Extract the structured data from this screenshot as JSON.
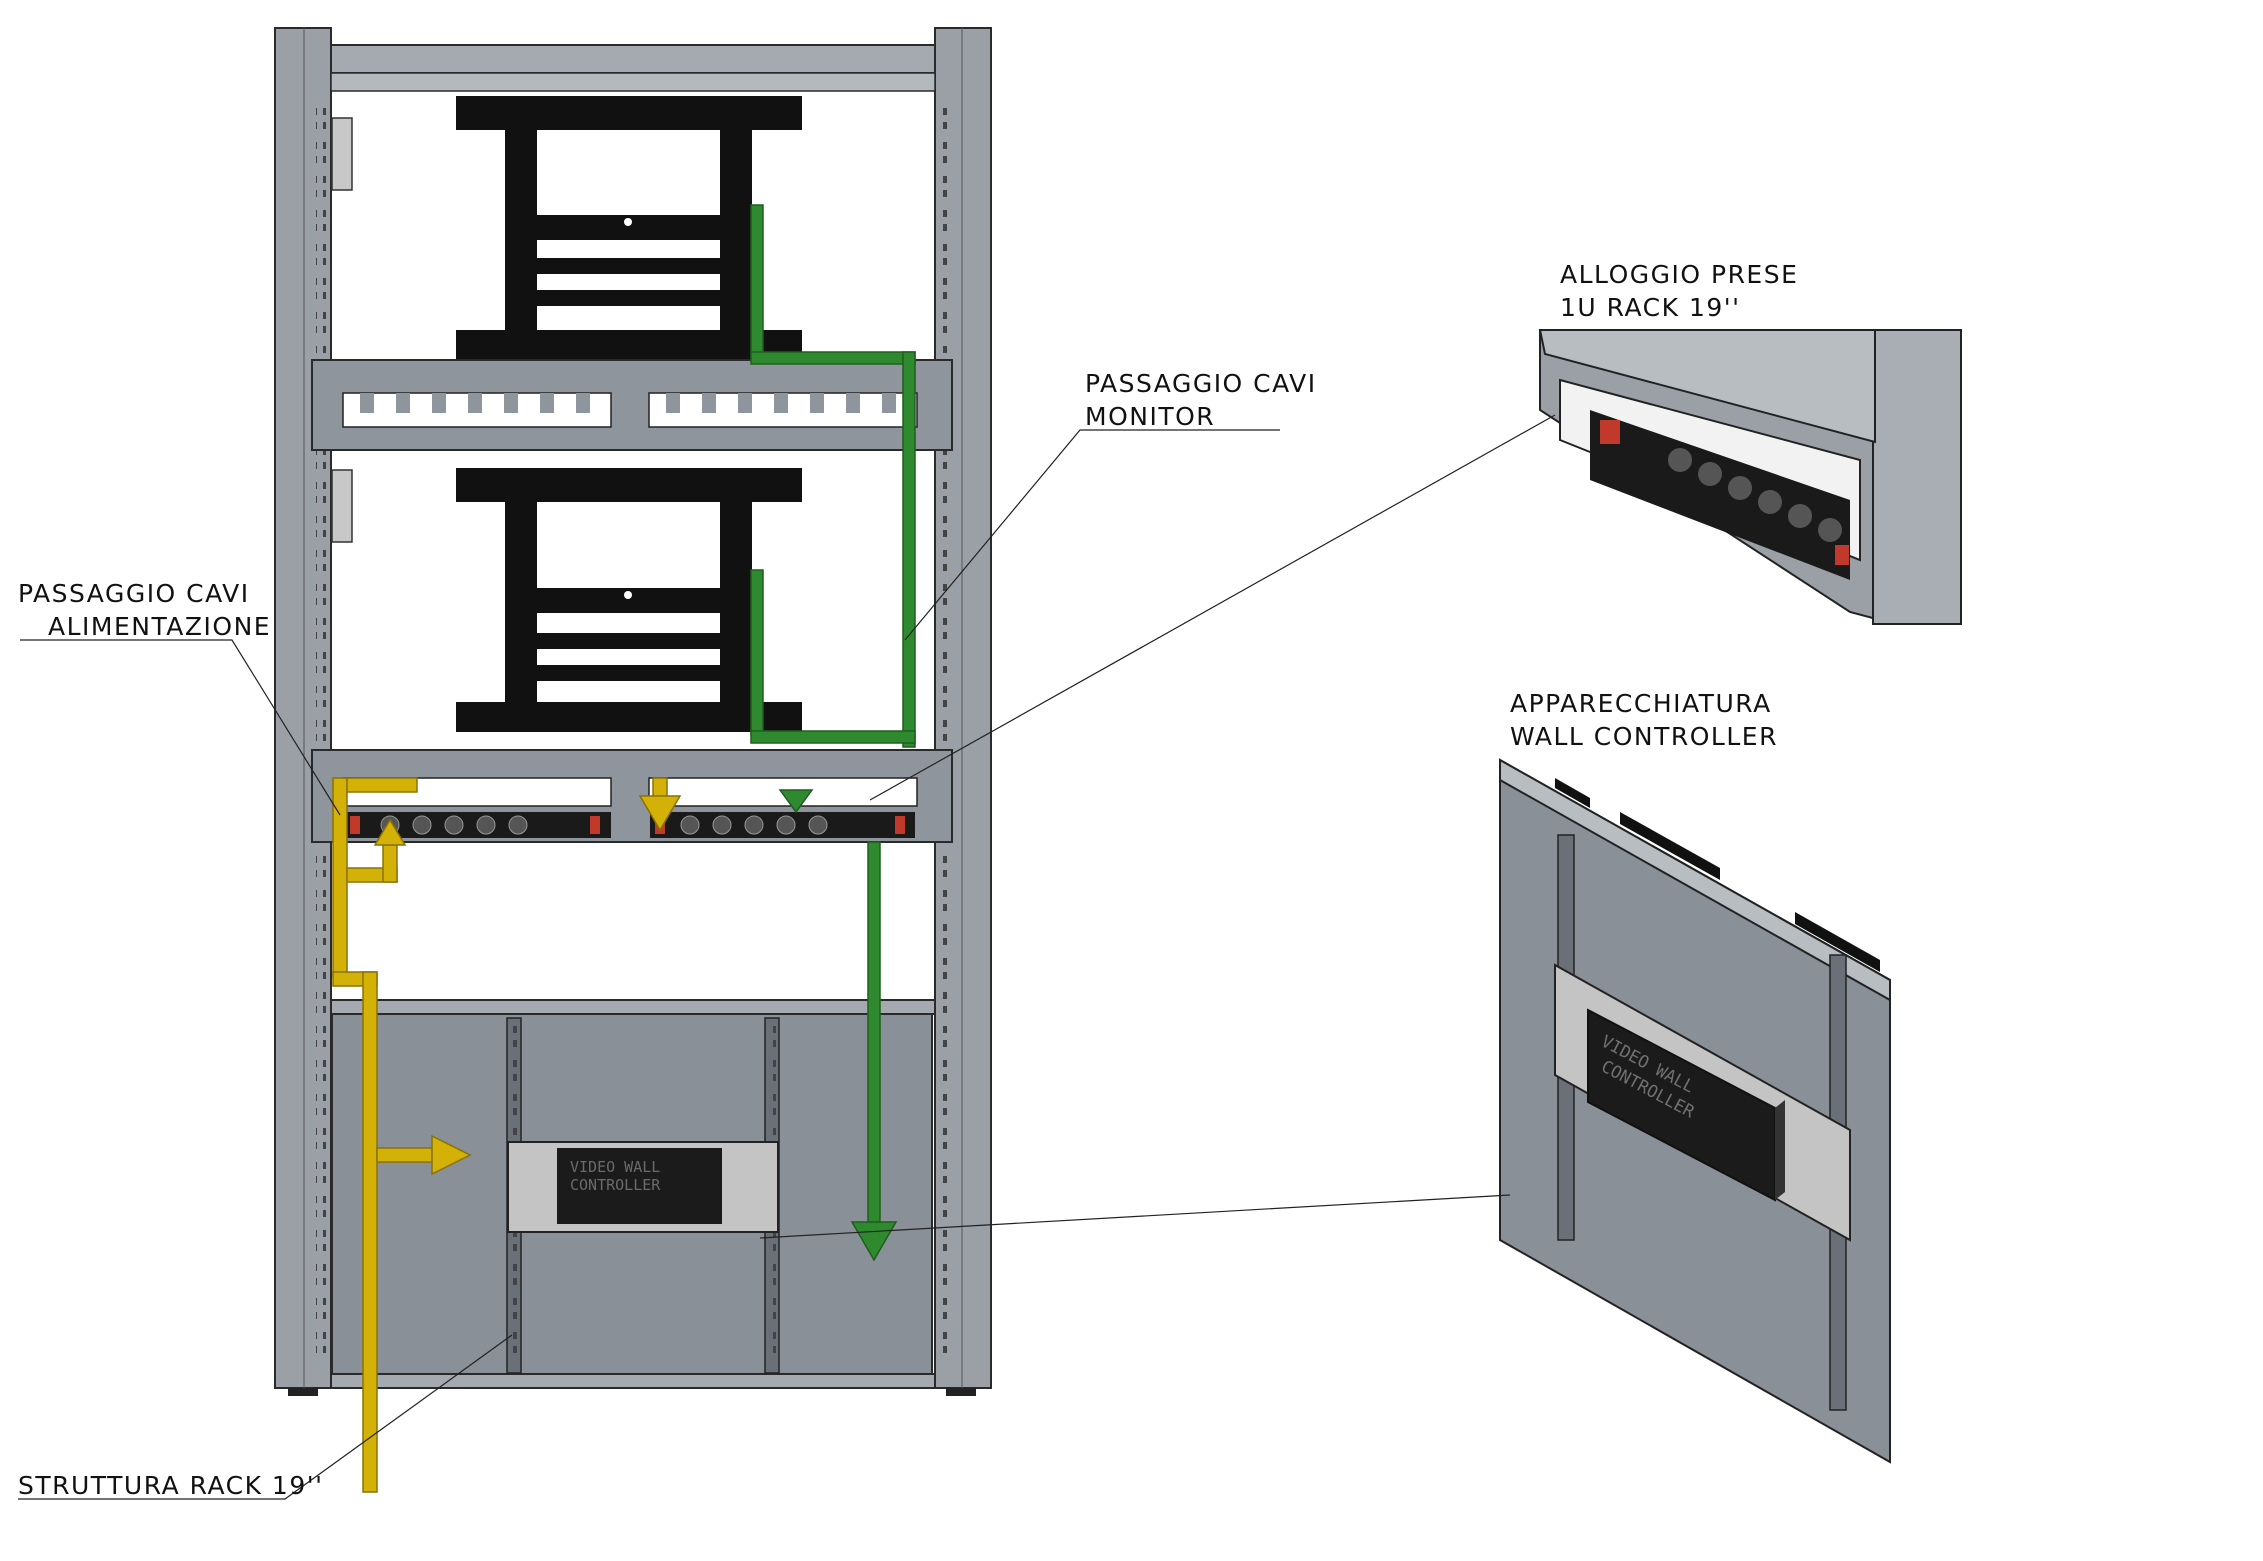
{
  "labels": {
    "passaggio_cavi_monitor": [
      "PASSAGGIO CAVI",
      "MONITOR"
    ],
    "passaggio_cavi_alimentazione": [
      "PASSAGGIO CAVI",
      "ALIMENTAZIONE"
    ],
    "struttura_rack": "STRUTTURA RACK 19''",
    "alloggio_prese": [
      "ALLOGGIO PRESE",
      "1U RACK 19''"
    ],
    "apparecchiatura": [
      "APPARECCHIATURA",
      "WALL CONTROLLER"
    ]
  },
  "device_text": [
    "VIDEO WALL",
    "CONTROLLER"
  ],
  "colors": {
    "rack_frame": "#9aa0a6",
    "panel": "#8a9097",
    "monitor_mount": "#111111",
    "power_cable": "#d4b106",
    "monitor_cable": "#2f8a2f",
    "device_plate": "#c4c4c4"
  }
}
